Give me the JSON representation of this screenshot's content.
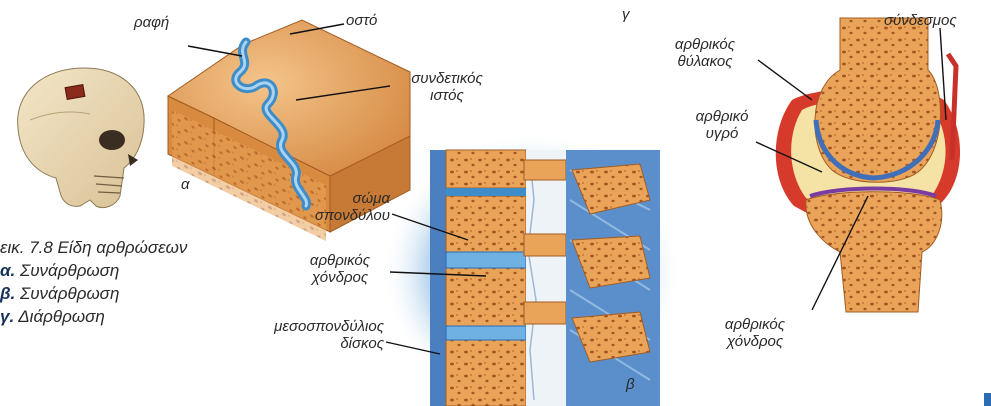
{
  "figure": {
    "caption": "εικ. 7.8 Είδη αρθρώσεων",
    "items": [
      {
        "letter": "α.",
        "text": "Συνάρθρωση"
      },
      {
        "letter": "β.",
        "text": "Συνάρθρωση"
      },
      {
        "letter": "γ.",
        "text": "Διάρθρωση"
      }
    ]
  },
  "panel_a": {
    "letter": "α",
    "labels": {
      "suture": "ραφή",
      "bone": "οστό",
      "connective_1": "συνδετικός",
      "connective_2": "ιστός"
    }
  },
  "panel_b": {
    "letter": "β",
    "labels": {
      "body_1": "σώμα",
      "body_2": "σπονδύλου",
      "cart_1": "αρθρικός",
      "cart_2": "χόνδρος",
      "disc_1": "μεσοσπονδύλιος",
      "disc_2": "δίσκος"
    }
  },
  "panel_c": {
    "letter": "γ",
    "labels": {
      "ligament": "σύνδεσμος",
      "capsule_1": "αρθρικός",
      "capsule_2": "θύλακος",
      "fluid_1": "αρθρικό",
      "fluid_2": "υγρό",
      "cart_1": "αρθρικός",
      "cart_2": "χόνδρος"
    }
  },
  "colors": {
    "bone": "#e9a45a",
    "bone_dark": "#b8642a",
    "cartilage_blue": "#4a7fc0",
    "ligament_red": "#d63a2a",
    "fluid": "#f5e3a6",
    "halo_blue": "#bcd8ef"
  }
}
